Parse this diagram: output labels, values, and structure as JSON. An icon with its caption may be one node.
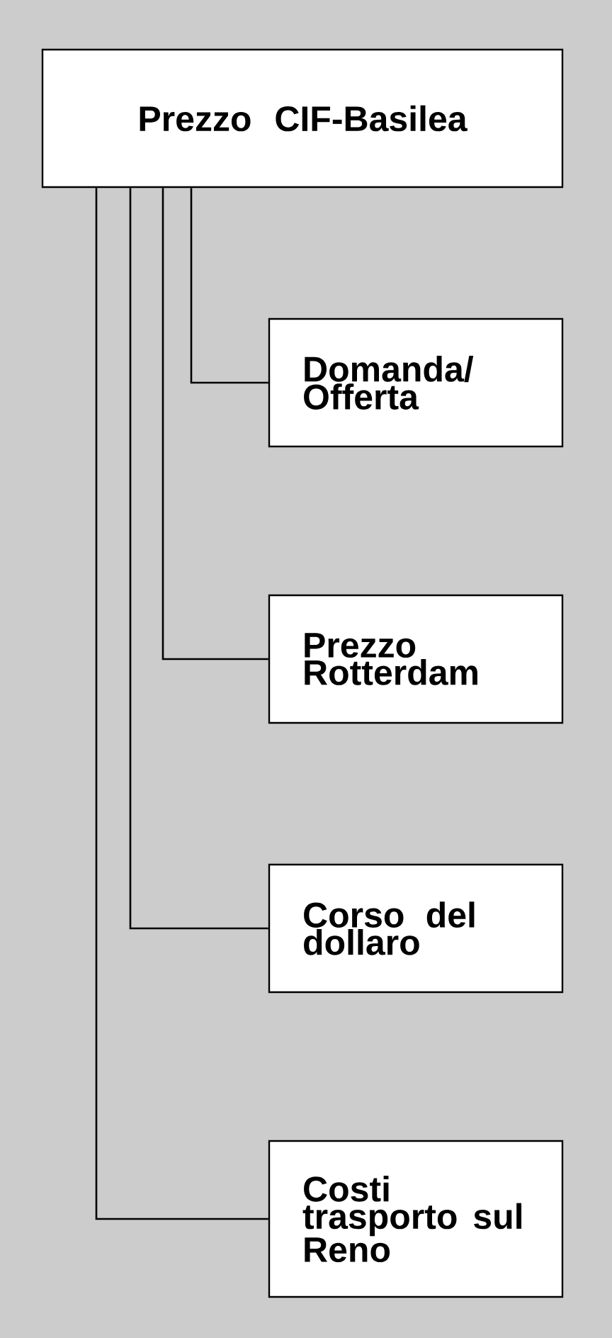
{
  "diagram": {
    "nodes": [
      {
        "text": [
          "Prezzo CIF-Basilea"
        ]
      },
      {
        "text": [
          "Domanda/ Offerta"
        ]
      },
      {
        "text": [
          "Prezzo Rotterdam"
        ]
      },
      {
        "text": [
          "Corso del dollaro"
        ]
      },
      {
        "text": [
          "Costi trasporto sul Reno"
        ]
      }
    ],
    "edges": [
      {
        "from": 0,
        "to": 1,
        "arrow": "none"
      },
      {
        "from": 0,
        "to": 2,
        "arrow": "none"
      },
      {
        "from": 0,
        "to": 3,
        "arrow": "none"
      },
      {
        "from": 0,
        "to": 4,
        "arrow": "none"
      }
    ]
  }
}
